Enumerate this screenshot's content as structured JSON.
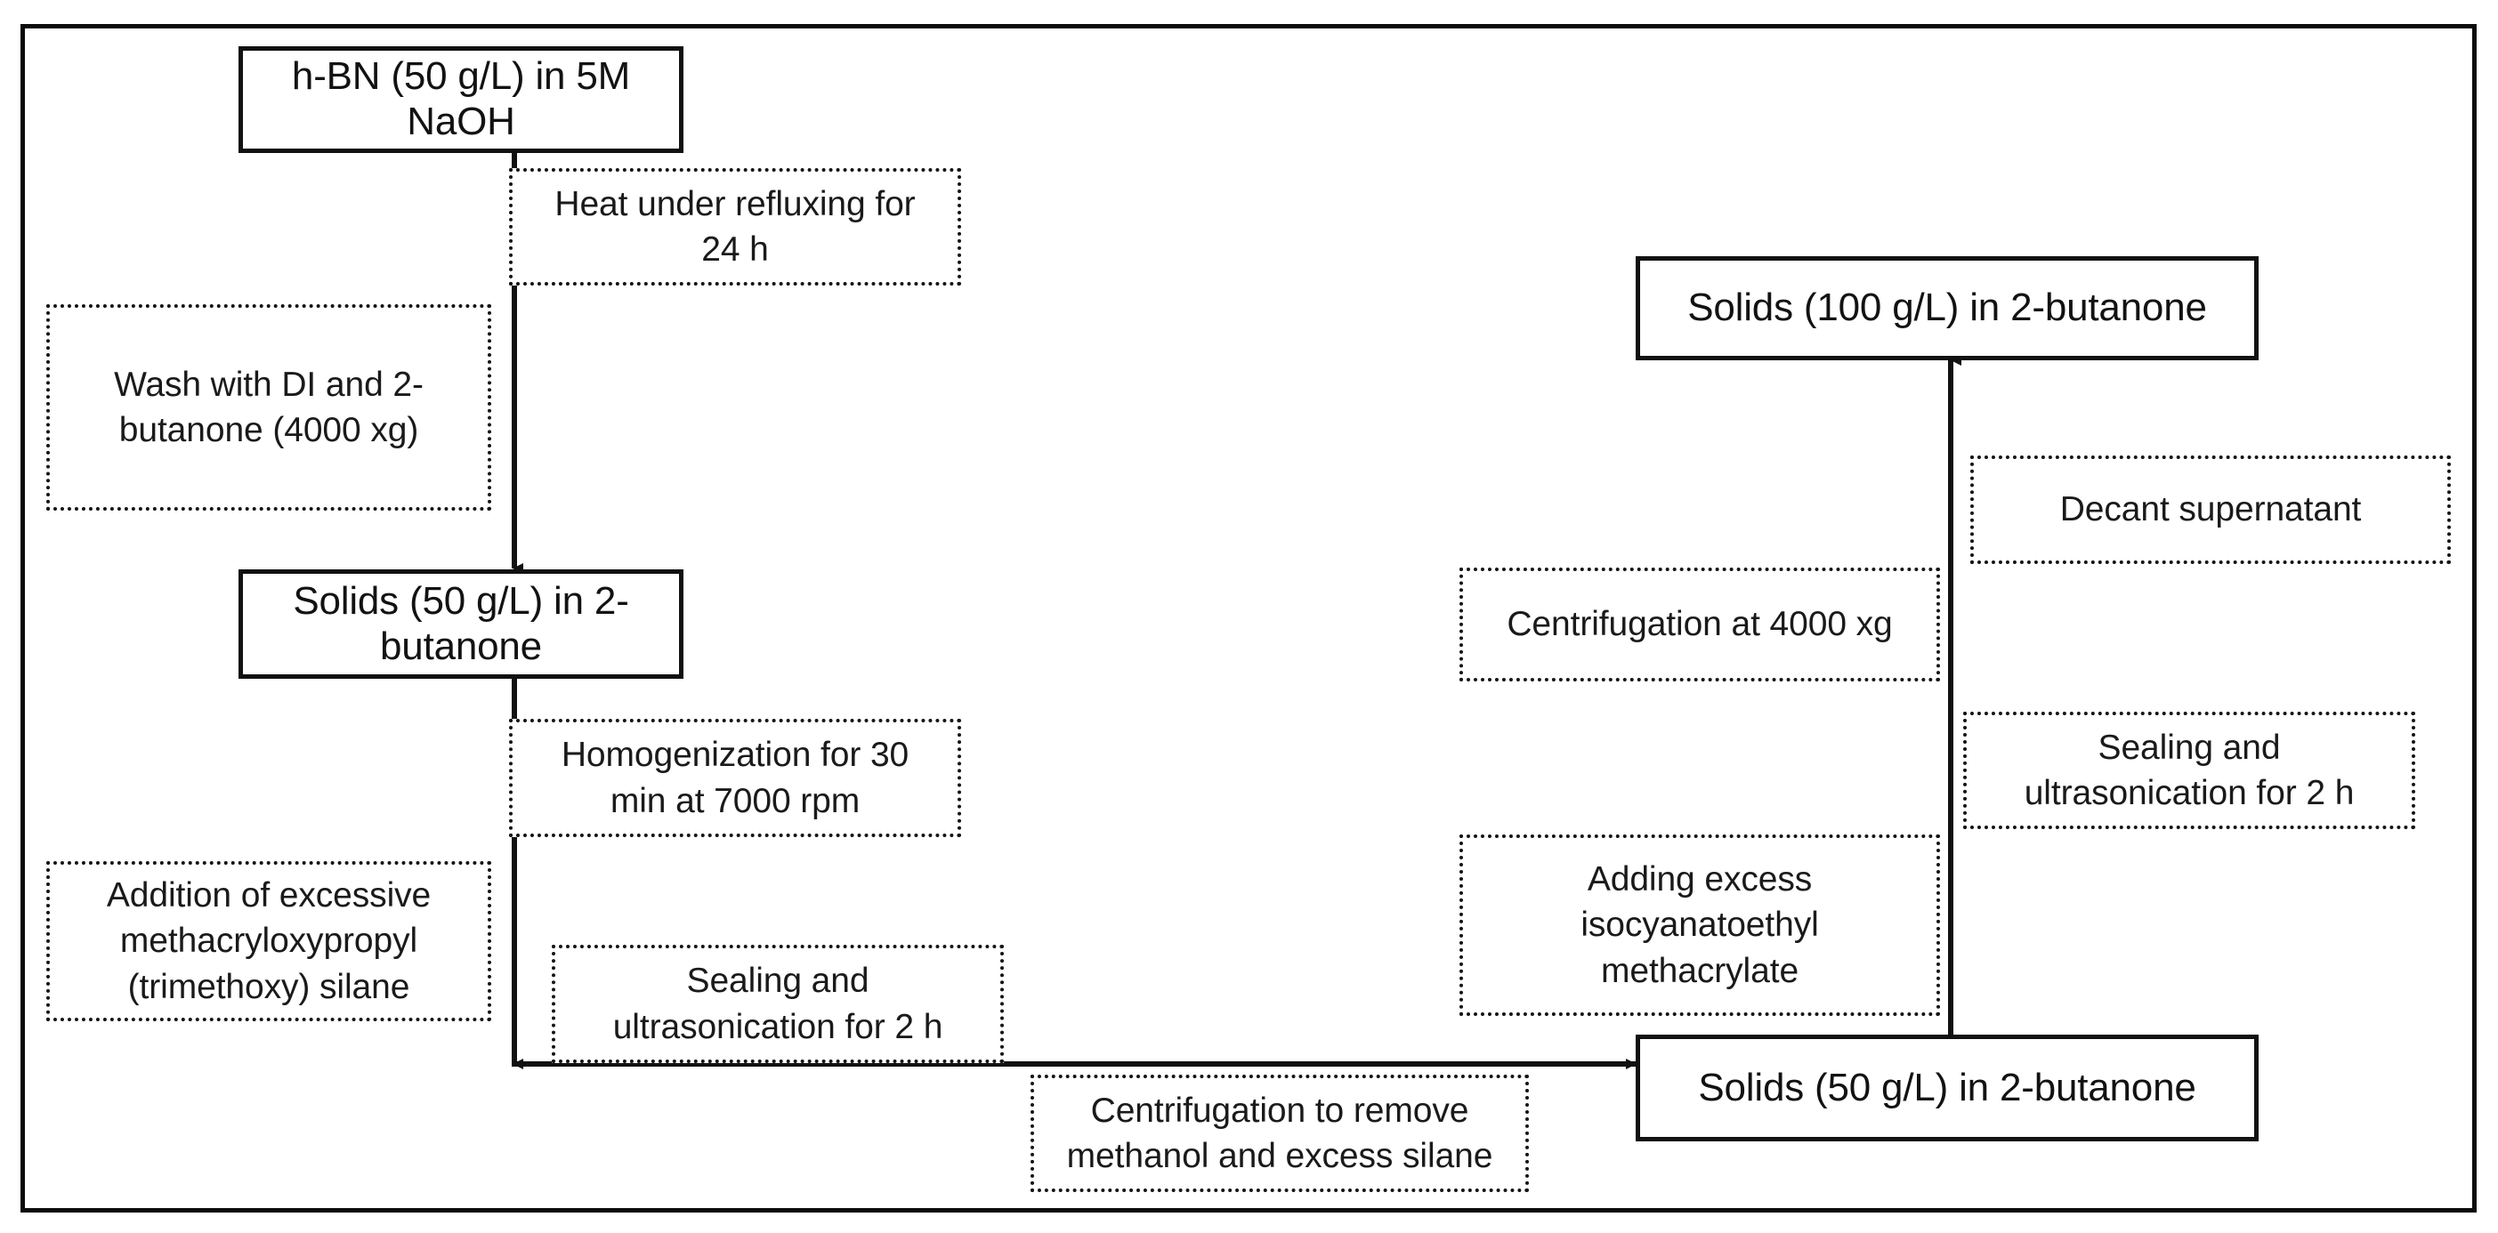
{
  "figure": {
    "kind": "process-flow-diagram",
    "title_visible": false,
    "colors": {
      "line": "#111111",
      "text": "#121212",
      "background": "#ffffff",
      "note_border": "#141414"
    }
  },
  "nodes": [
    {
      "id": "node-hbn-naoh",
      "name": "h-BN in NaOH",
      "label": "h-BN (50 g/L) in 5M NaOH"
    },
    {
      "id": "node-solids-50-butanone-left",
      "name": "Solids 50 g/L in 2-butanone (left)",
      "label": "Solids (50 g/L) in 2-butanone"
    },
    {
      "id": "node-solids-50-butanone-right",
      "name": "Solids 50 g/L in 2-butanone (right)",
      "label": "Solids (50 g/L) in 2-butanone"
    },
    {
      "id": "node-solids-100-butanone",
      "name": "Solids 100 g/L in 2-butanone",
      "label": "Solids (100 g/L) in 2-butanone"
    }
  ],
  "notes": [
    {
      "id": "note-heat-reflux",
      "lines": [
        "Heat under refluxing for",
        "24 h"
      ],
      "text": "Heat under refluxing for 24 h"
    },
    {
      "id": "note-wash-di",
      "lines": [
        "Wash with DI and 2-",
        "butanone (4000 xg)"
      ],
      "text": "Wash with DI and 2-butanone (4000 xg)"
    },
    {
      "id": "note-homogenization",
      "lines": [
        "Homogenization for 30",
        "min at 7000 rpm"
      ],
      "text": "Homogenization for 30 min at 7000 rpm"
    },
    {
      "id": "note-addition-silane",
      "lines": [
        "Addition of excessive",
        "methacryloxypropyl",
        "(trimethoxy) silane"
      ],
      "text": "Addition of excessive methacryloxypropyl (trimethoxy) silane"
    },
    {
      "id": "note-sealing-left",
      "lines": [
        "Sealing and",
        "ultrasonication for 2 h"
      ],
      "text": "Sealing and ultrasonication for 2 h"
    },
    {
      "id": "note-centrifugation-methanol",
      "lines": [
        "Centrifugation to remove",
        "methanol and excess silane"
      ],
      "text": "Centrifugation to remove methanol and excess silane"
    },
    {
      "id": "note-adding-isocyanatoethyl",
      "lines": [
        "Adding excess",
        "isocyanatoethyl",
        "methacrylate"
      ],
      "text": "Adding excess isocyanatoethyl methacrylate"
    },
    {
      "id": "note-sealing-right",
      "lines": [
        "Sealing and",
        "ultrasonication for 2 h"
      ],
      "text": "Sealing and ultrasonication for 2 h"
    },
    {
      "id": "note-centrifugation-4000",
      "lines": [
        "Centrifugation at 4000 xg"
      ],
      "text": "Centrifugation at 4000 xg"
    },
    {
      "id": "note-decant",
      "lines": [
        "Decant supernatant"
      ],
      "text": "Decant supernatant"
    }
  ],
  "flow_sequence": [
    "h-BN (50 g/L) in 5M NaOH",
    "Heat under refluxing for 24 h",
    "Wash with DI and 2-butanone (4000 xg)",
    "Solids (50 g/L) in 2-butanone",
    "Homogenization for 30 min at 7000 rpm",
    "Addition of excessive methacryloxypropyl (trimethoxy) silane",
    "Sealing and ultrasonication for 2 h",
    "Centrifugation to remove methanol and excess silane",
    "Solids (50 g/L) in 2-butanone",
    "Adding excess isocyanatoethyl methacrylate",
    "Sealing and ultrasonication for 2 h",
    "Centrifugation at 4000 xg",
    "Decant supernatant",
    "Solids (100 g/L) in 2-butanone"
  ]
}
